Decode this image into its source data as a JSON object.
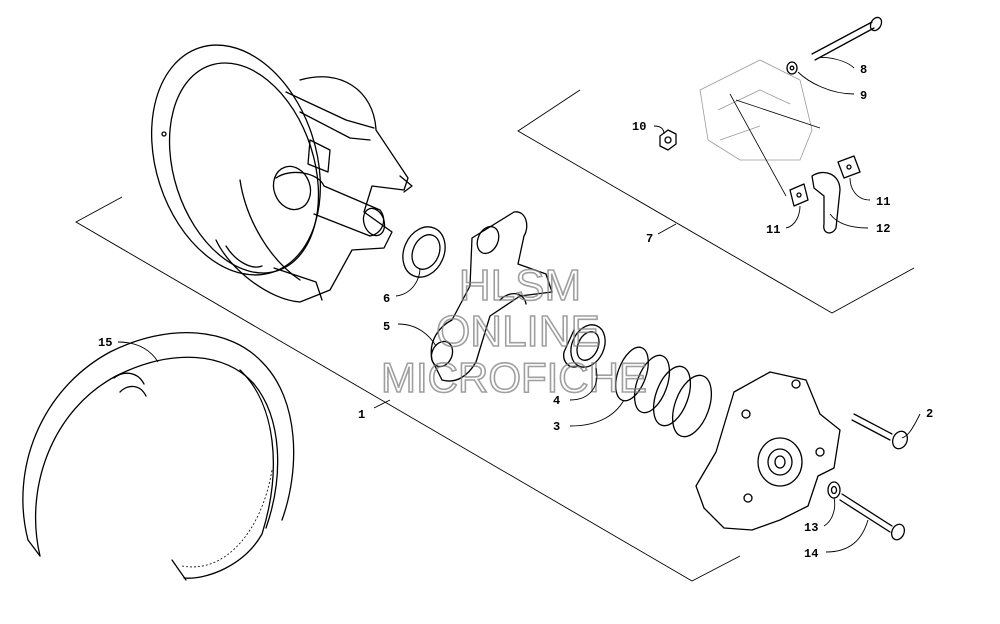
{
  "watermark": {
    "line1": "HLSM",
    "line2": "ONLINE",
    "line3": "MICROFICHE"
  },
  "callouts": [
    {
      "id": "1",
      "label": "1"
    },
    {
      "id": "2",
      "label": "2"
    },
    {
      "id": "3",
      "label": "3"
    },
    {
      "id": "4",
      "label": "4"
    },
    {
      "id": "5",
      "label": "5"
    },
    {
      "id": "6",
      "label": "6"
    },
    {
      "id": "7",
      "label": "7"
    },
    {
      "id": "8",
      "label": "8"
    },
    {
      "id": "9",
      "label": "9"
    },
    {
      "id": "10",
      "label": "10"
    },
    {
      "id": "11a",
      "label": "11"
    },
    {
      "id": "11b",
      "label": "11"
    },
    {
      "id": "12",
      "label": "12"
    },
    {
      "id": "13",
      "label": "13"
    },
    {
      "id": "14",
      "label": "14"
    },
    {
      "id": "15",
      "label": "15"
    }
  ]
}
